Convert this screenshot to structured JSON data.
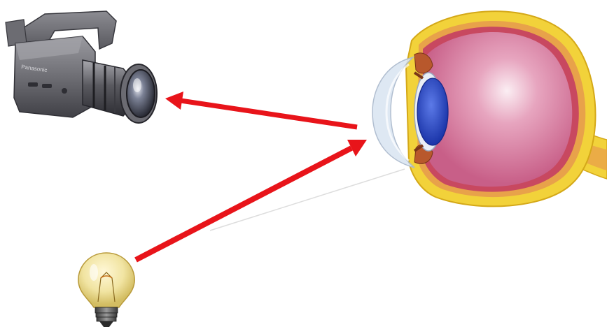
{
  "camera": {
    "icon": "video-camera-icon",
    "brand_text": "Panasonic"
  },
  "eye": {
    "icon": "human-eye-cross-section-icon"
  },
  "bulb": {
    "icon": "light-bulb-icon"
  },
  "arrows": [
    {
      "name": "eye-to-camera-arrow",
      "from": "eye",
      "to": "camera",
      "color": "#e8141a"
    },
    {
      "name": "bulb-to-eye-arrow",
      "from": "bulb",
      "to": "eye",
      "color": "#e8141a"
    }
  ],
  "colors": {
    "arrow": "#e8141a",
    "sclera": "#f2d23a",
    "vitreous": "#d2729a",
    "iris": "#2a49c8",
    "cornea": "#dbe6f2"
  }
}
